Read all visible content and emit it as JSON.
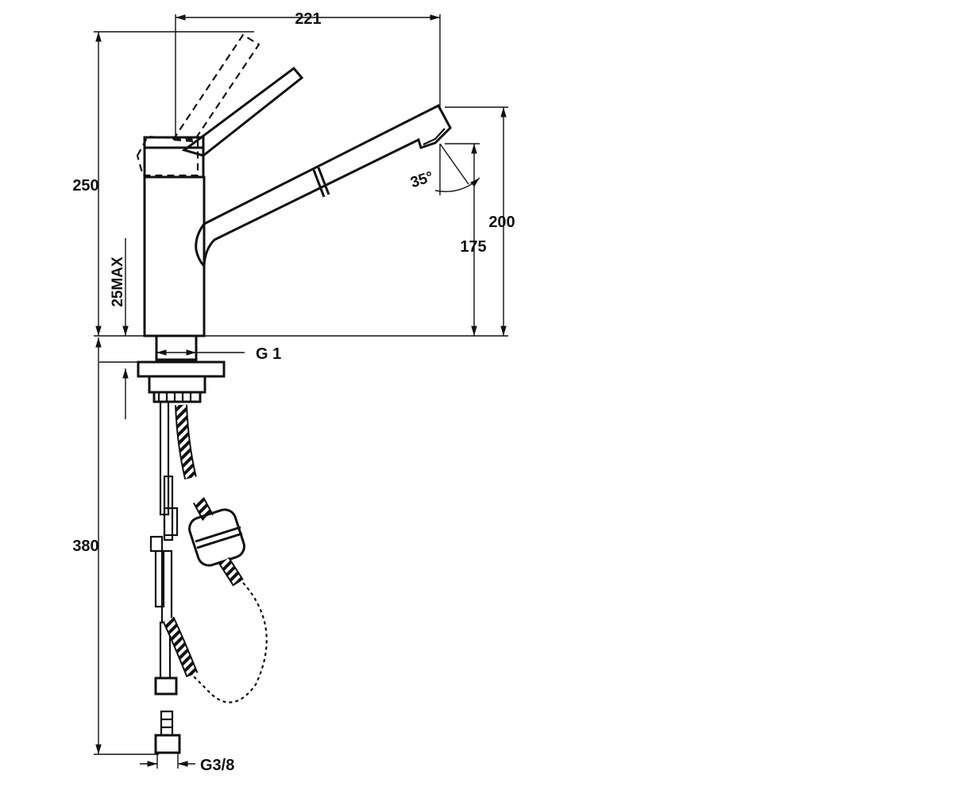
{
  "drawing": {
    "dimensions": {
      "spout_reach": "221",
      "total_height": "250",
      "spout_height_top": "200",
      "spout_height_outlet": "175",
      "deck_thickness_max": "25MAX",
      "below_deck_length": "380",
      "spray_angle": "35°"
    },
    "connections": {
      "mount_thread": "G 1",
      "supply_thread": "G3/8"
    }
  }
}
